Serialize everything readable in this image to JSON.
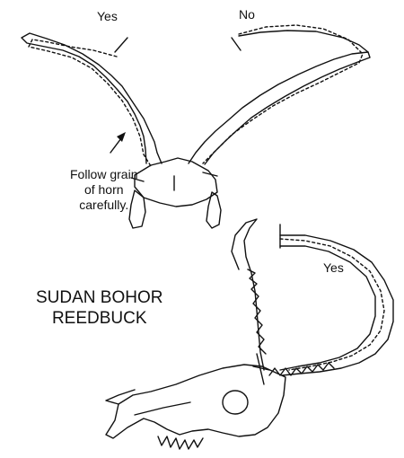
{
  "labels": {
    "top_yes": "Yes",
    "top_no": "No",
    "instruction": [
      "Follow grain",
      "of horn",
      "carefully."
    ],
    "title": [
      "SUDAN BOHOR",
      "REEDBUCK"
    ],
    "side_yes": "Yes"
  }
}
